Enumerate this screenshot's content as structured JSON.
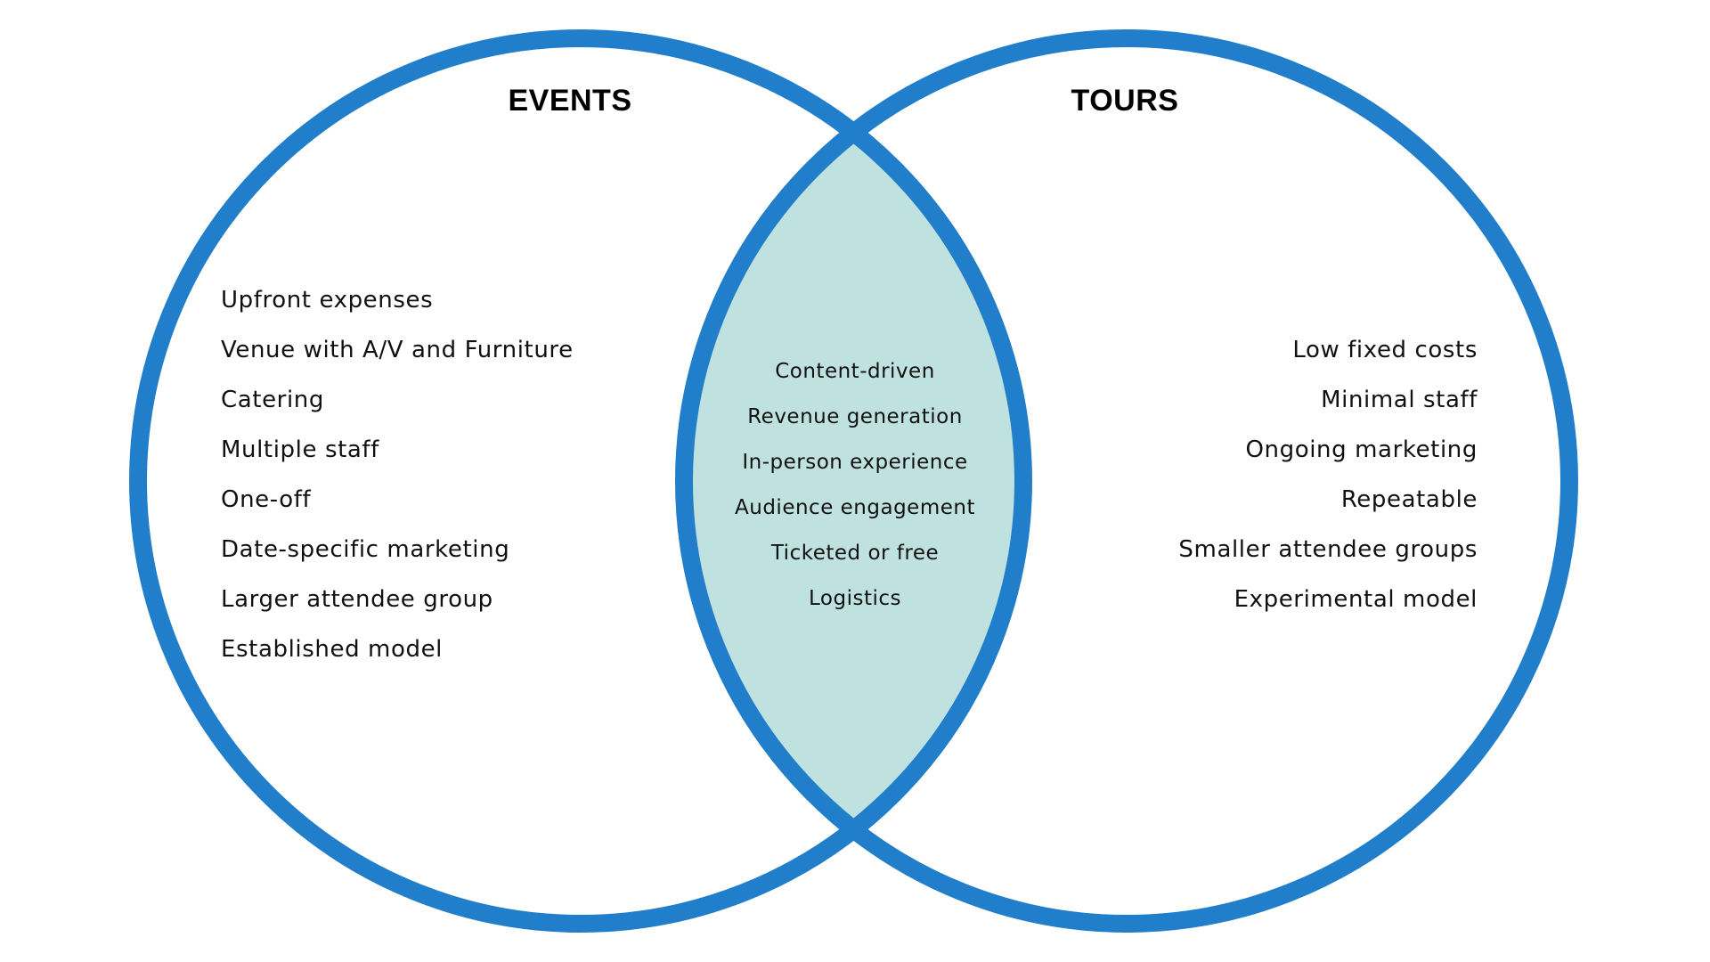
{
  "diagram": {
    "type": "venn",
    "colors": {
      "ring": "#217ECA",
      "intersection_fill": "#BFE2E1",
      "background": "#FFFFFF",
      "text": "#111111"
    },
    "sets": [
      {
        "title": "EVENTS",
        "items": [
          "Upfront expenses",
          "Venue with A/V and Furniture",
          "Catering",
          "Multiple staff",
          "One-off",
          "Date-specific marketing",
          "Larger attendee group",
          "Established model"
        ]
      },
      {
        "title": "TOURS",
        "items": [
          "Low fixed costs",
          "Minimal staff",
          "Ongoing marketing",
          "Repeatable",
          "Smaller attendee groups",
          "Experimental model"
        ]
      }
    ],
    "intersection": {
      "items": [
        "Content-driven",
        "Revenue generation",
        "In-person experience",
        "Audience engagement",
        "Ticketed or free",
        "Logistics"
      ]
    }
  }
}
